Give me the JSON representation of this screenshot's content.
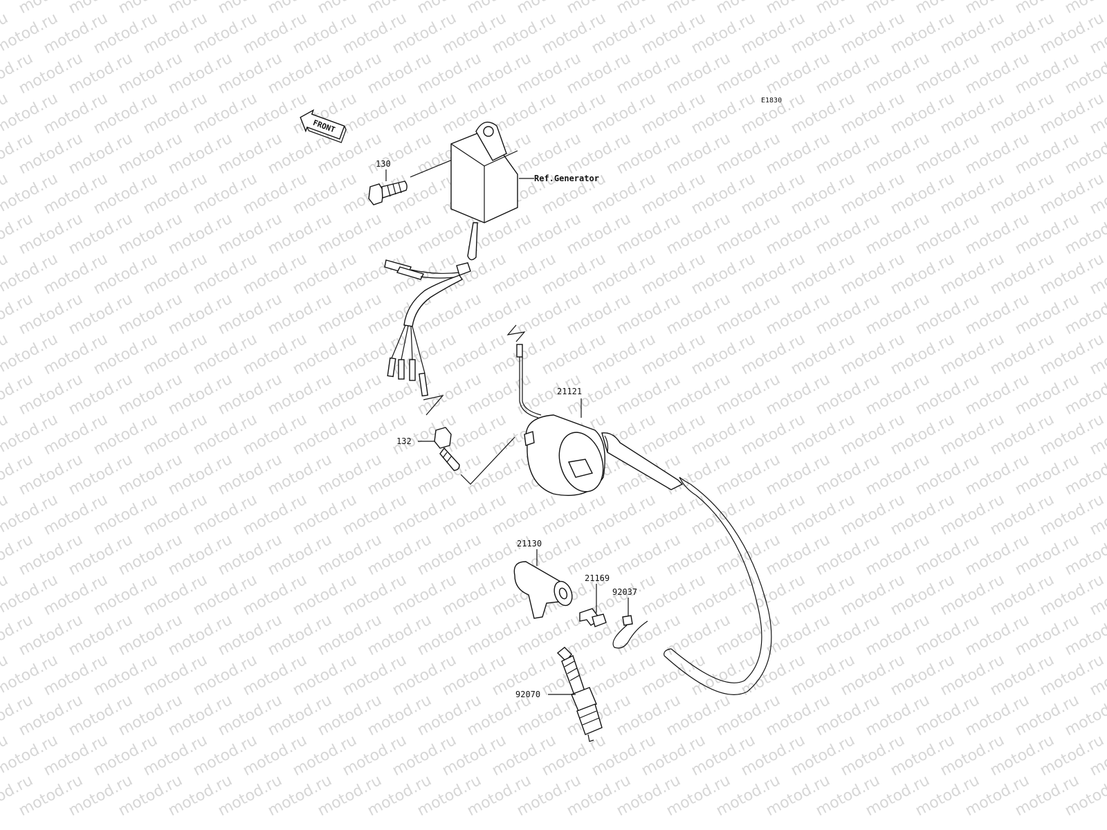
{
  "diagram": {
    "code": "E1830",
    "front_label": "FRONT",
    "watermark": "motod.ru",
    "callouts": {
      "p130": "130",
      "ref_generator": "Ref.Generator",
      "p21121": "21121",
      "p132": "132",
      "p21130": "21130",
      "p21169": "21169",
      "p92037": "92037",
      "p92070": "92070"
    }
  },
  "colors": {
    "line": "#111111",
    "background": "#ffffff",
    "watermark": "#d6d6d6"
  }
}
